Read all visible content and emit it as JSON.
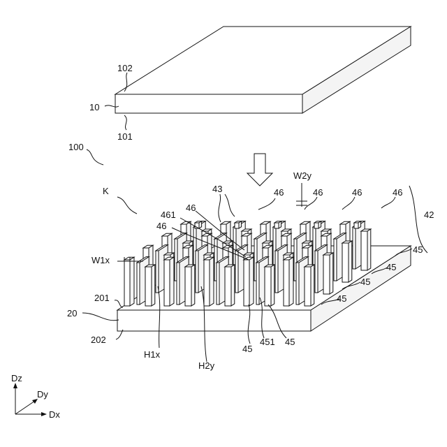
{
  "labels": {
    "plate_upper": "102",
    "plate_ref": "10",
    "plate_lower": "101",
    "assembly": "100",
    "area_k": "K",
    "w2y": "W2y",
    "ref_43": "43",
    "ref_46": "46",
    "ref_461": "461",
    "ref_42": "42",
    "ref_45": "45",
    "w1x": "W1x",
    "ref_201": "201",
    "ref_20": "20",
    "ref_202": "202",
    "h1x": "H1x",
    "h2y": "H2y",
    "ref_451": "451",
    "axis_dz": "Dz",
    "axis_dy": "Dy",
    "axis_dx": "Dx"
  }
}
